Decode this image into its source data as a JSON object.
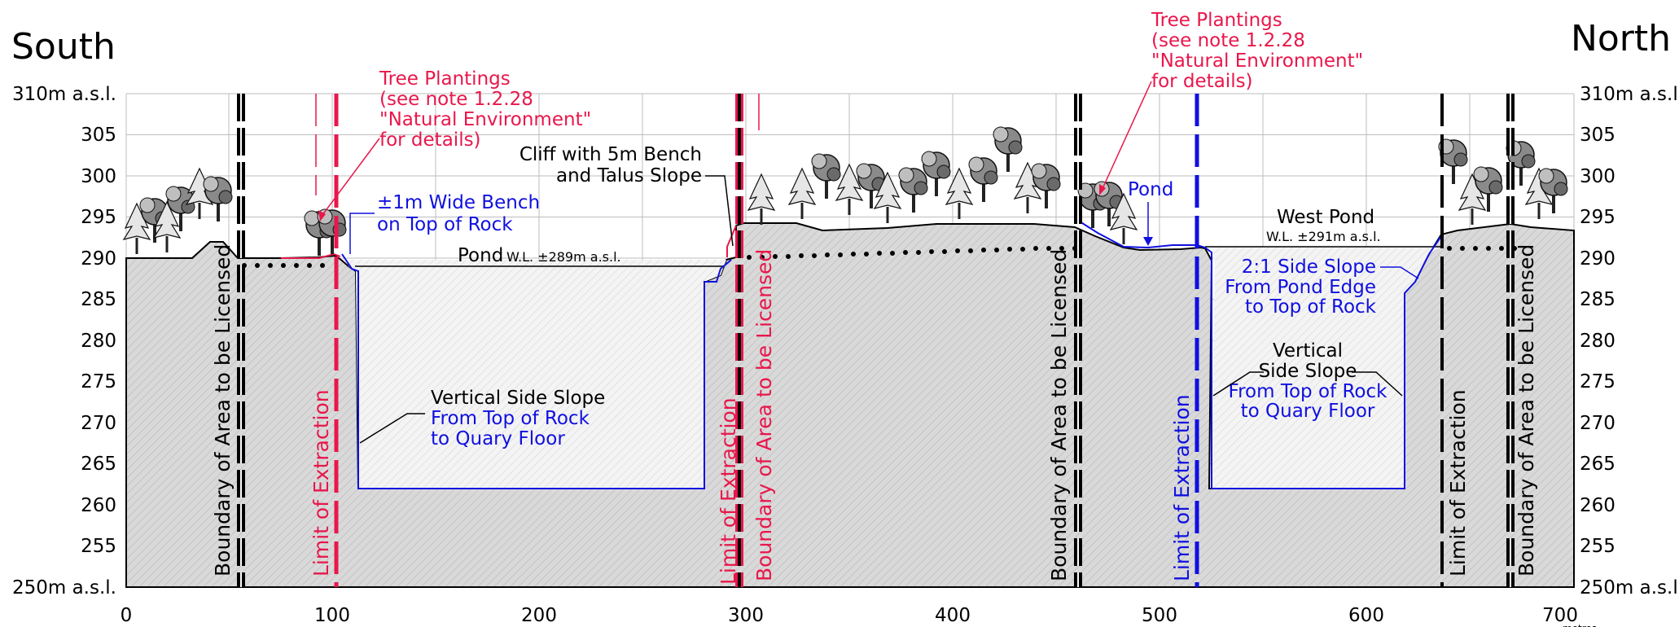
{
  "headings": {
    "south": "South",
    "north": "North"
  },
  "y_axis": {
    "top_label": "310m a.s.l.",
    "bottom_label": "250m a.s.l.",
    "ticks": [
      "305",
      "300",
      "295",
      "290",
      "285",
      "280",
      "275",
      "270",
      "265",
      "260",
      "255"
    ]
  },
  "x_axis": {
    "ticks": [
      "0",
      "100",
      "200",
      "300",
      "400",
      "500",
      "600",
      "700"
    ],
    "unit": "metres"
  },
  "labels": {
    "tree_plantings_south": [
      "Tree Plantings",
      "(see note 1.2.28",
      "\"Natural Environment\"",
      "for details)"
    ],
    "tree_plantings_north": [
      "Tree Plantings",
      "(see note 1.2.28",
      "\"Natural Environment\"",
      "for details)"
    ],
    "wide_bench": [
      "±1m Wide Bench",
      "on Top of Rock"
    ],
    "cliff": [
      "Cliff with 5m Bench",
      "and Talus Slope"
    ],
    "pond_south_main": "Pond",
    "pond_south_wl": "W.L. ±289m a.s.l.",
    "pond_north": "Pond",
    "west_pond_title": "West Pond",
    "west_pond_wl": "W.L. ±291m a.s.l.",
    "side_slope_21": [
      "2:1 Side Slope",
      "From Pond Edge",
      "to Top of Rock"
    ],
    "vertical_south_black": "Vertical Side Slope",
    "vertical_south_blue": [
      "From Top of Rock",
      "to Quary Floor"
    ],
    "vertical_north_black": [
      "Vertical",
      "Side Slope"
    ],
    "vertical_north_blue": [
      "From Top of Rock",
      "to Quary Floor"
    ]
  },
  "vertical_labels": {
    "boundary_1": "Boundary of Area to be Licensed",
    "limit_1": "Limit of Extraction",
    "limit_2": "Limit of Extraction",
    "boundary_2": "Boundary of Area to be Licensed",
    "boundary_3": "Boundary of Area to be Licensed",
    "limit_3": "Limit of Extraction",
    "limit_4": "Limit of Extraction",
    "boundary_4": "Boundary of Area to be Licensed"
  },
  "colors": {
    "red": "#e8174b",
    "blue": "#1010e0",
    "black": "#000000",
    "ground_fill": "#d6d6d6",
    "grid": "#bdbdbd"
  }
}
